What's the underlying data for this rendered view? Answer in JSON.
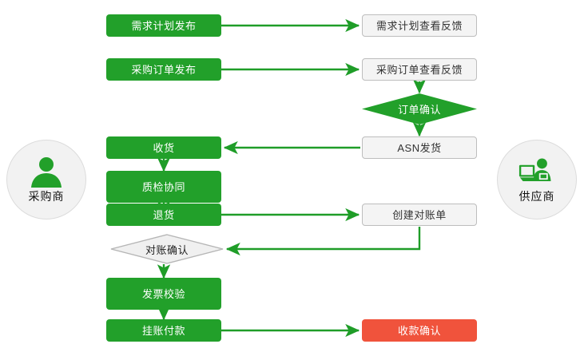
{
  "diagram": {
    "title_text": "",
    "colors": {
      "green": "#22a02a",
      "red": "#f0533c",
      "gray_fill": "#f4f4f4",
      "gray_border": "#bdbdbd",
      "diamond_white_fill": "#f0f0f0",
      "diamond_white_border": "#b5b5b5",
      "connector": "#1f9d28",
      "circle_fill": "#f2f2f2",
      "circle_border": "#dcdcdc"
    },
    "actors": {
      "left": {
        "label": "采购商",
        "icon": "person-icon"
      },
      "right": {
        "label": "供应商",
        "icon": "person-at-computer-icon"
      }
    },
    "nodes": {
      "demand_plan_publish": "需求计划发布",
      "demand_plan_feedback": "需求计划查看反馈",
      "purchase_order_publish": "采购订单发布",
      "purchase_order_feedback": "采购订单查看反馈",
      "order_confirm": "订单确认",
      "asn_shipment": "ASN发货",
      "goods_receipt": "收货",
      "quality_collab": "质检协同",
      "return_goods": "退货",
      "create_statement": "创建对账单",
      "statement_confirm": "对账确认",
      "invoice_verify": "发票校验",
      "payable_payment": "挂账付款",
      "payment_confirm": "收款确认"
    }
  }
}
